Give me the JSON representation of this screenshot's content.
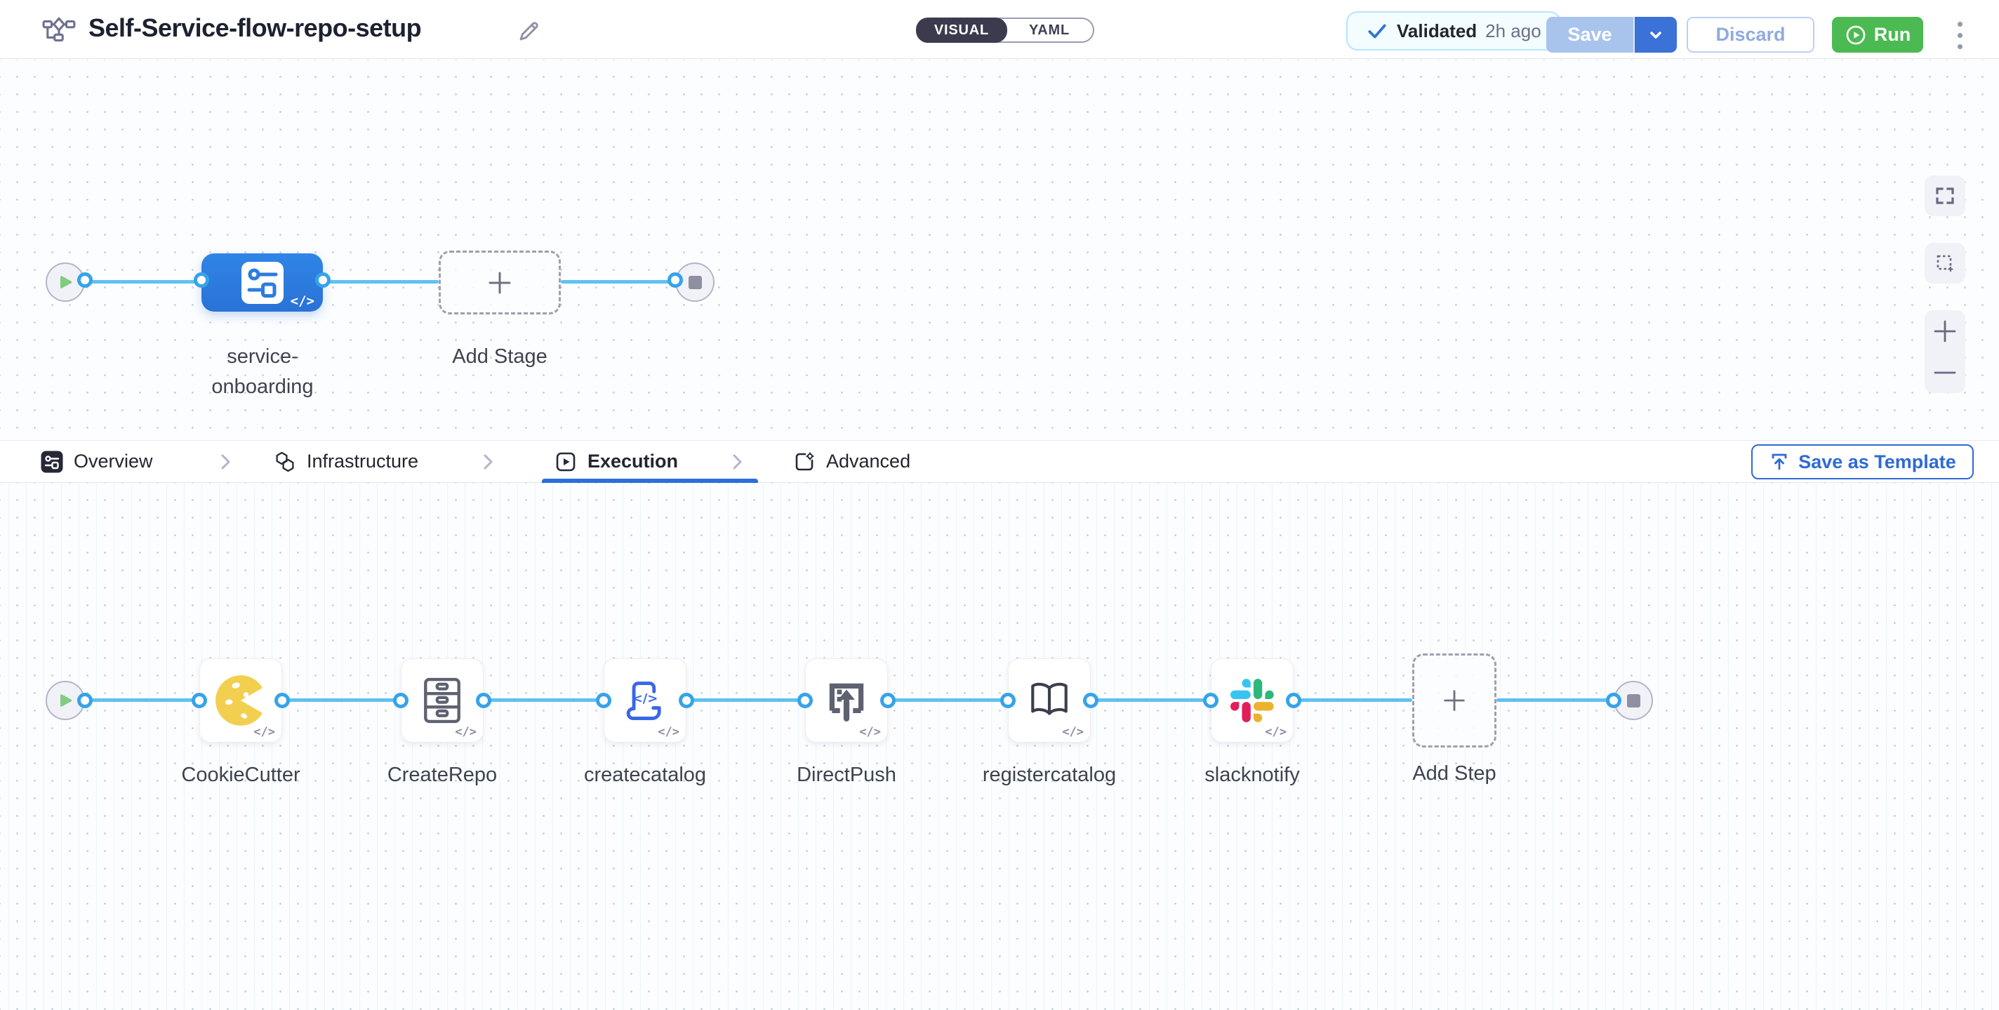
{
  "header": {
    "title": "Self-Service-flow-repo-setup",
    "view_toggle": {
      "options": [
        "VISUAL",
        "YAML"
      ],
      "selected": "VISUAL"
    },
    "validation_badge": {
      "label": "Validated",
      "time": "2h ago"
    },
    "save_button": "Save",
    "discard_button": "Discard",
    "run_button": "Run"
  },
  "stage_canvas": {
    "stage": {
      "name": "service-onboarding",
      "label_line1": "service-",
      "label_line2": "onboarding",
      "code_badge": "</>"
    },
    "add_stage": {
      "label": "Add Stage"
    },
    "zoom_controls": [
      "fullscreen",
      "select-area",
      "zoom-in",
      "zoom-out"
    ]
  },
  "tabs": {
    "items": [
      {
        "label": "Overview"
      },
      {
        "label": "Infrastructure"
      },
      {
        "label": "Execution"
      },
      {
        "label": "Advanced"
      }
    ],
    "active": "Execution",
    "save_as_template": "Save as Template"
  },
  "execution_canvas": {
    "code_badge": "</>",
    "steps": [
      {
        "name": "CookieCutter"
      },
      {
        "name": "CreateRepo"
      },
      {
        "name": "createcatalog"
      },
      {
        "name": "DirectPush"
      },
      {
        "name": "registercatalog"
      },
      {
        "name": "slacknotify"
      }
    ],
    "add_step": {
      "label": "Add Step"
    }
  },
  "colors": {
    "accent_blue": "#2a7ce0",
    "flow_line": "#5fc2f1",
    "run_green": "#4cba52",
    "tab_underline": "#2a6fd9",
    "validated_border": "#b5e5fa",
    "slack": [
      "#36C5F0",
      "#2EB67D",
      "#ECB22E",
      "#E01E5A"
    ],
    "cookiecutter_yellow": "#f2cf4e"
  }
}
